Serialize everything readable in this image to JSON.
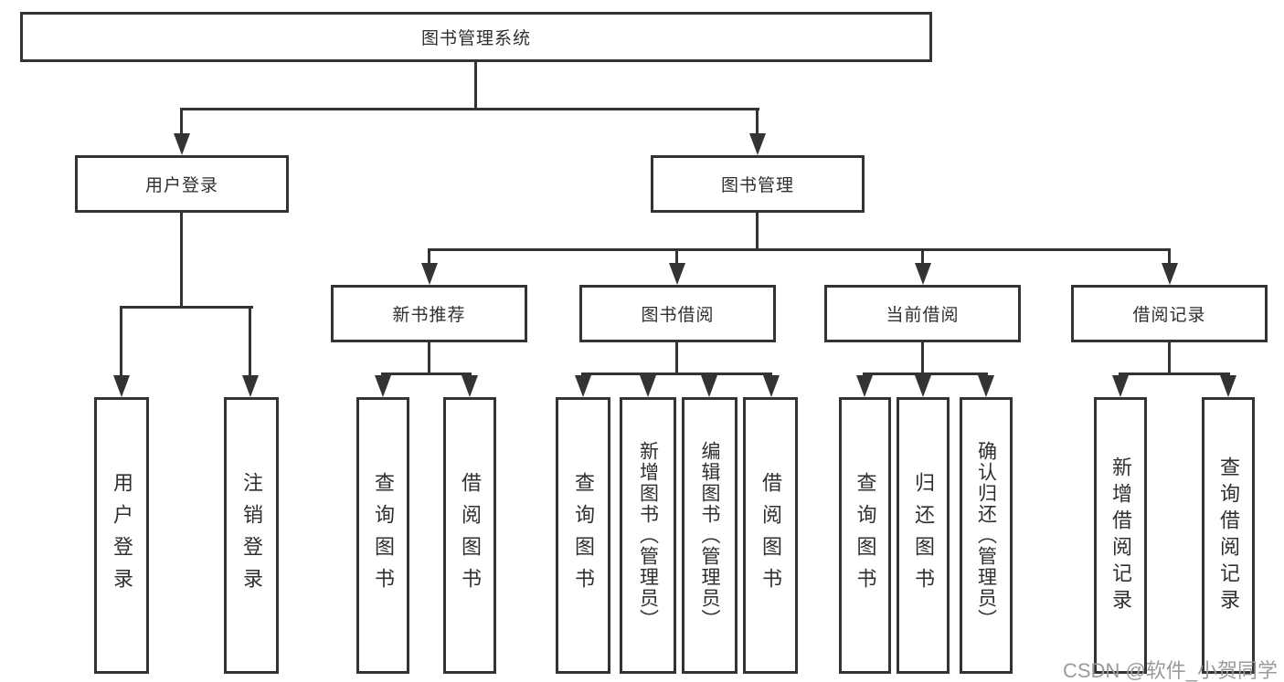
{
  "title": "图书管理系统",
  "watermark": "CSDN @软件_小贺同学",
  "colors": {
    "line": "#333333",
    "text": "#2f2f2f",
    "watermark": "#9b9b9b",
    "box_background": "#ffffff"
  },
  "tree": {
    "root": {
      "label": "图书管理系统"
    },
    "branches": [
      {
        "label": "用户登录",
        "children": [
          {
            "label": "用户登录"
          },
          {
            "label": "注销登录"
          }
        ]
      },
      {
        "label": "图书管理",
        "children": [
          {
            "label": "新书推荐",
            "children": [
              {
                "label": "查询图书"
              },
              {
                "label": "借阅图书"
              }
            ]
          },
          {
            "label": "图书借阅",
            "children": [
              {
                "label": "查询图书"
              },
              {
                "label": "新增图书（管理员）"
              },
              {
                "label": "编辑图书（管理员）"
              },
              {
                "label": "借阅图书"
              }
            ]
          },
          {
            "label": "当前借阅",
            "children": [
              {
                "label": "查询图书"
              },
              {
                "label": "归还图书"
              },
              {
                "label": "确认归还（管理员）"
              }
            ]
          },
          {
            "label": "借阅记录",
            "children": [
              {
                "label": "新增借阅记录"
              },
              {
                "label": "查询借阅记录"
              }
            ]
          }
        ]
      }
    ]
  }
}
